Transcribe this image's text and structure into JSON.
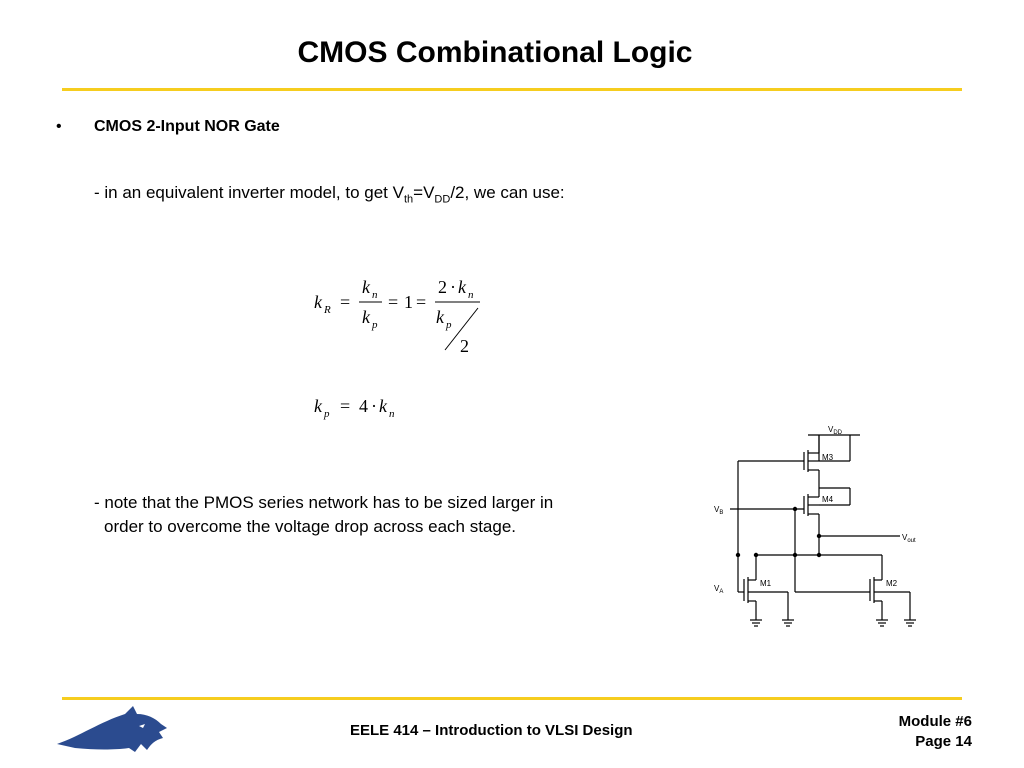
{
  "slide": {
    "title": "CMOS Combinational Logic",
    "bullet_symbol": "•",
    "bullet_heading": "CMOS 2-Input NOR Gate",
    "line1": {
      "prefix": "- in an equivalent inverter model, to get V",
      "sub1": "th",
      "mid": "=V",
      "sub2": "DD",
      "suffix": "/2, we can use:"
    },
    "note_line1": "- note that the PMOS series network has to be sized larger in",
    "note_line2": "order to overcome the voltage drop across each stage."
  },
  "equations": {
    "eq1": {
      "k": "k",
      "sub_R": "R",
      "equals": "=",
      "k_n": "k",
      "sub_n": "n",
      "k_p": "k",
      "sub_p": "p",
      "one": "1",
      "two": "2",
      "dot": "·"
    },
    "eq2": {
      "k": "k",
      "sub_p": "p",
      "equals": "=",
      "four": "4",
      "dot": "·",
      "k_n": "k",
      "sub_n": "n"
    }
  },
  "circuit": {
    "vdd_label": "V",
    "vdd_sub": "DD",
    "vb_label": "V",
    "vb_sub": "B",
    "va_label": "V",
    "va_sub": "A",
    "vout_label": "V",
    "vout_sub": "out",
    "m1": "M1",
    "m2": "M2",
    "m3": "M3",
    "m4": "M4"
  },
  "footer": {
    "course": "EELE 414 – Introduction to VLSI Design",
    "module": "Module #6",
    "page": "Page 14"
  },
  "colors": {
    "accent_rule": "#f6cd1f",
    "logo_blue": "#2b4b8f"
  }
}
